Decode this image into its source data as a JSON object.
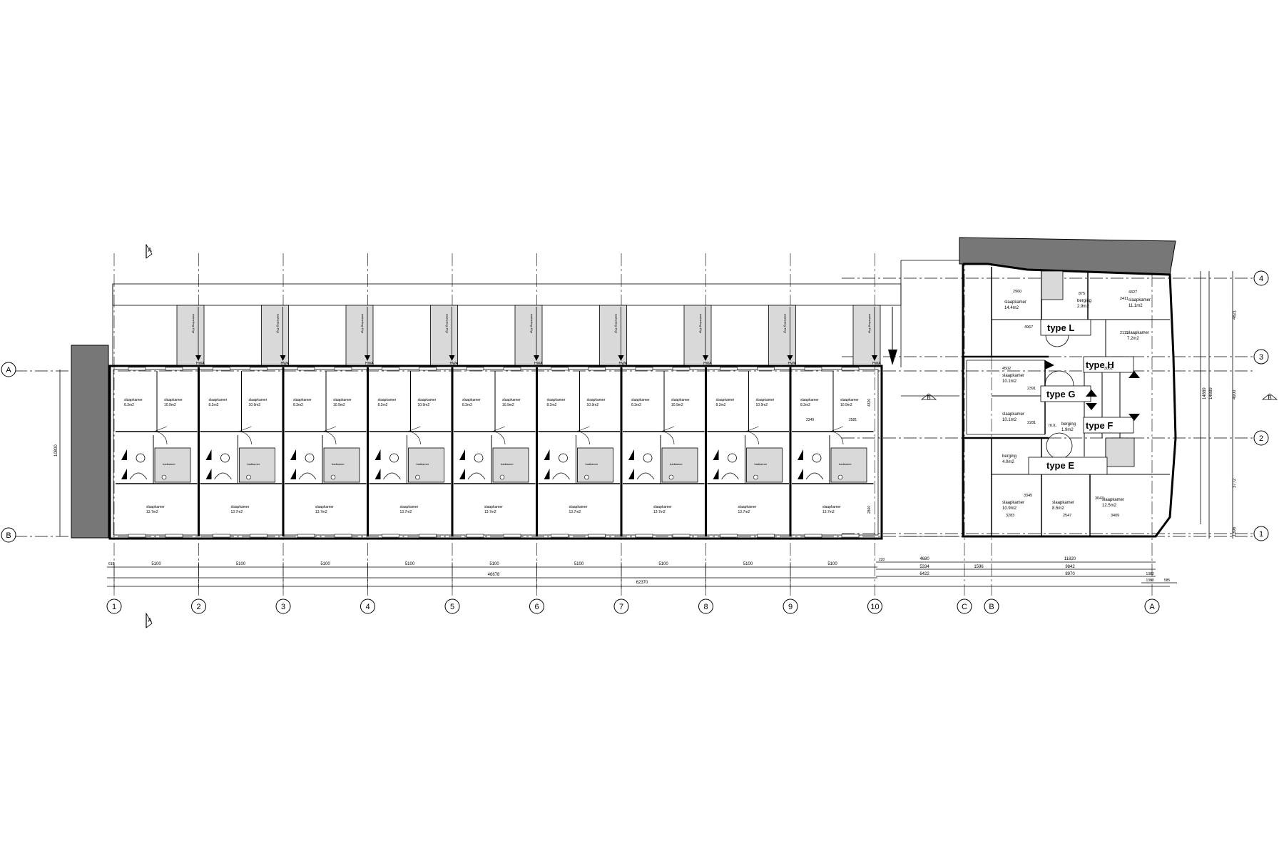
{
  "colors": {
    "ink": "#000000",
    "fill_dark": "#777777",
    "fill_light": "#d9d9d9",
    "paper": "#ffffff"
  },
  "grid": {
    "rows": [
      "A",
      "B"
    ],
    "cols": [
      "1",
      "2",
      "3",
      "4",
      "5",
      "6",
      "7",
      "8",
      "9",
      "10",
      "C",
      "B",
      "A"
    ],
    "right_rows": [
      "4",
      "3",
      "2",
      "1"
    ],
    "section_mark": "A",
    "section_mark_b": "B"
  },
  "terrace": {
    "unit_count": 9,
    "labels": {
      "bedroom_a": "slaapkamer",
      "bedroom_a_area": "8.3m2",
      "bedroom_b": "slaapkamer",
      "bedroom_b_area": "10.9m2",
      "bedroom_c": "slaapkamer",
      "bedroom_c_area": "13.7m2",
      "bath": "badkamer",
      "hwa": "HWA",
      "roof_note": "dakhelling 45gr"
    },
    "dim_depth": "10800",
    "dim_last_1": "2349",
    "dim_last_2": "2581",
    "dim_last_3": "4320",
    "dim_last_4": "2860"
  },
  "apartments": {
    "types": [
      "type L",
      "type H",
      "type G",
      "type F",
      "type E"
    ],
    "rooms": {
      "l_bed": "slaapkamer",
      "l_bed_area": "14.4m2",
      "l_store": "berging",
      "l_store_area": "2.9m2",
      "r4_bed": "slaapkamer",
      "r4_bed_area": "11.1m2",
      "r3_bed": "slaapkamer",
      "r3_bed_area": "7.2m2",
      "g_bed1": "slaapkamer",
      "g_bed1_area": "10.1m2",
      "g_bed2": "slaapkamer",
      "g_bed2_area": "10.1m2",
      "g_store": "berging",
      "g_store_area": "1.9m2",
      "g_mk": "m.k.",
      "e_store": "berging",
      "e_store_area": "4.0m2",
      "e_bed1": "slaapkamer",
      "e_bed1_area": "10.9m2",
      "e_bed2": "slaapkamer",
      "e_bed2_area": "8.5m2",
      "e_bed3": "slaapkamer",
      "e_bed3_area": "12.5m2"
    },
    "dims": {
      "d2960": "2960",
      "d4327": "4327",
      "d4967": "4967",
      "d2411": "2411",
      "d2111": "2111",
      "d4502": "4502",
      "d2391": "2391",
      "d2281": "2281",
      "d3345": "3345",
      "d3283": "3283",
      "d2547": "2547",
      "d3409": "3409",
      "d3043": "3043",
      "d875": "875",
      "d3061": "3061"
    },
    "right_dims": [
      "4821",
      "4900",
      "3772",
      "1396"
    ],
    "right_total": "14889",
    "right_total_2": "14889"
  },
  "bottom_dims": {
    "first": "615",
    "bays": [
      "5100",
      "5100",
      "5100",
      "5100",
      "5100",
      "5100",
      "5100",
      "5100",
      "5100"
    ],
    "row2_total": "46678",
    "row3_total": "62370",
    "r1": [
      "220",
      "4680",
      "11820"
    ],
    "r2": [
      "5334",
      "1596",
      "9842"
    ],
    "r3": [
      "6422",
      "8970",
      "1383"
    ],
    "r4": [
      "1383",
      "585"
    ]
  }
}
